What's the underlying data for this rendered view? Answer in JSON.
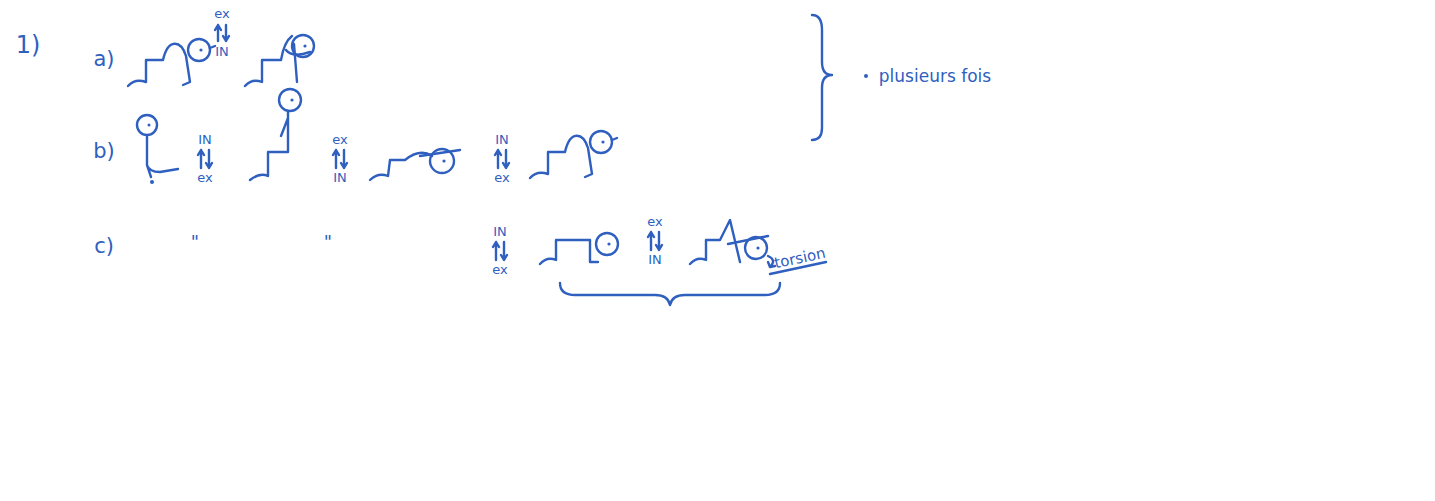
{
  "diagram": {
    "labels": [
      "1)",
      "a)",
      "ex",
      "IN",
      "plusieurs fois",
      "b)",
      "IN",
      "ex",
      "ex",
      "IN",
      "IN",
      "ex",
      "c)",
      "\"",
      "\"",
      "IN",
      "ex",
      "ex",
      "IN",
      "torsion"
    ]
  }
}
